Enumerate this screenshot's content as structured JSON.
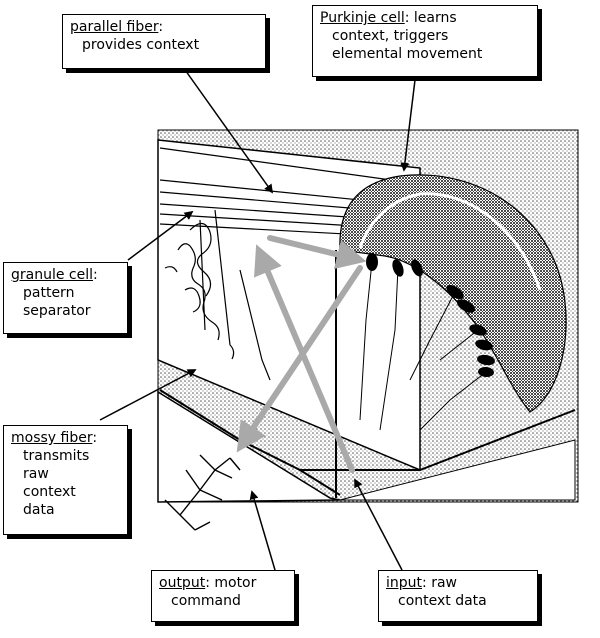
{
  "labels": {
    "parallel_fiber": {
      "name": "parallel fiber",
      "lines": [
        "provides context"
      ]
    },
    "purkinje_cell": {
      "name": "Purkinje cell",
      "first": "learns",
      "lines": [
        "context, triggers",
        "elemental movement"
      ]
    },
    "granule_cell": {
      "name": "granule cell",
      "lines": [
        "pattern",
        "separator"
      ]
    },
    "mossy_fiber": {
      "name": "mossy fiber",
      "lines": [
        "transmits",
        "raw",
        "context",
        "data"
      ]
    },
    "output": {
      "name": "output",
      "first": "motor",
      "lines": [
        "command"
      ]
    },
    "input": {
      "name": "input",
      "first": "raw",
      "lines": [
        "context data"
      ]
    }
  },
  "colors": {
    "stipple": "#8a8a8a",
    "arrow": "#a9a9a9",
    "ink": "#000000",
    "paper": "#ffffff"
  }
}
